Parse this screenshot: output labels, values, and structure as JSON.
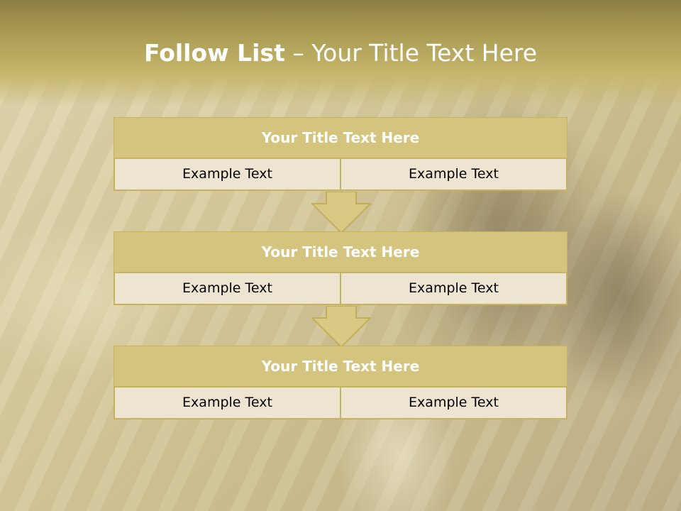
{
  "slide": {
    "title_bold": "Follow List",
    "title_rest": " – Your Title Text Here"
  },
  "blocks": [
    {
      "title": "Your Title Text Here",
      "left_text": "Example Text",
      "right_text": "Example Text"
    },
    {
      "title": "Your Title Text Here",
      "left_text": "Example Text",
      "right_text": "Example Text"
    },
    {
      "title": "Your Title Text Here",
      "left_text": "Example Text",
      "right_text": "Example Text"
    }
  ],
  "colors": {
    "header": "#a99a52",
    "block_title_fill": "#d5c47d",
    "cell_fill": "#ede5d2",
    "border": "#c6b35e",
    "arrow_fill": "#d8c985"
  },
  "icons": [
    "down-arrow-icon"
  ]
}
